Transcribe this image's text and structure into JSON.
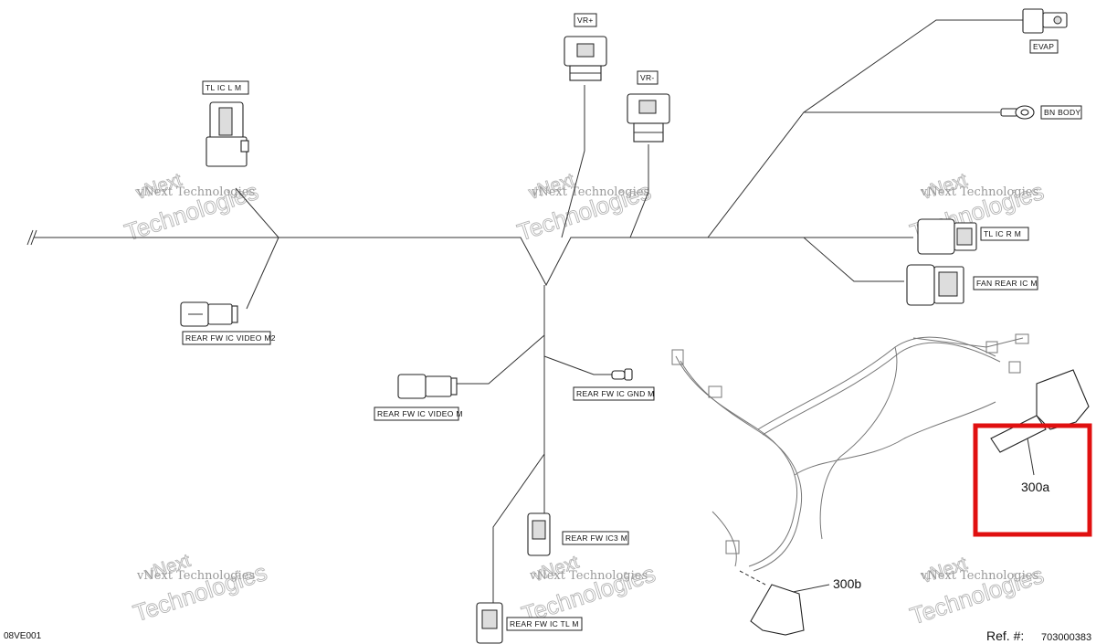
{
  "connectors": {
    "vr_plus": "VR+",
    "vr_minus": "VR-",
    "evap": "EVAP",
    "bn_body": "BN BODY",
    "tl_ic_l_m": "TL IC L M",
    "tl_ic_r_m": "TL IC R M",
    "fan_rear_ic_m": "FAN REAR IC M",
    "rear_fw_ic_video_m2": "REAR FW IC VIDEO M2",
    "rear_fw_ic_video_m": "REAR FW IC VIDEO M",
    "rear_fw_ic_gnd_m": "REAR FW IC GND M",
    "rear_fw_ic3_m": "REAR FW IC3 M",
    "rear_fw_ic_tl_m": "REAR FW IC TL M"
  },
  "callouts": {
    "c300a": "300a",
    "c300b": "300b"
  },
  "watermark": {
    "line1": "vNext Technologies",
    "line2": "Technologies"
  },
  "footer": {
    "drawing_code": "08VE001",
    "ref_label": "Ref. #:",
    "ref_number": "703000383"
  },
  "highlight_color": "#e01010"
}
